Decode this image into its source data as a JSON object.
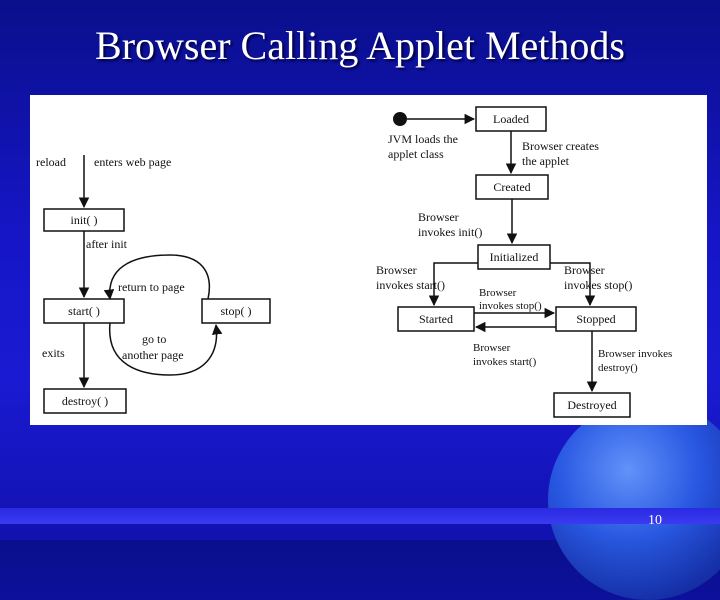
{
  "title": "Browser Calling Applet Methods",
  "page_number": "10",
  "left_diagram": {
    "labels": {
      "reload": "reload",
      "enters_web_page": "enters web page",
      "after_init": "after init",
      "return_to_page": "return to page",
      "go_to": "go to",
      "another_page": "another page",
      "exits": "exits"
    },
    "boxes": {
      "init": "init( )",
      "start": "start( )",
      "stop": "stop( )",
      "destroy": "destroy( )"
    }
  },
  "right_diagram": {
    "states": {
      "loaded": "Loaded",
      "created": "Created",
      "initialized": "Initialized",
      "started": "Started",
      "stopped": "Stopped",
      "destroyed": "Destroyed"
    },
    "transitions": {
      "jvm_loads_1": "JVM loads the",
      "jvm_loads_2": "applet class",
      "browser_creates_1": "Browser creates",
      "browser_creates_2": "the applet",
      "invokes_init_1": "Browser",
      "invokes_init_2": "invokes init()",
      "invokes_start_1": "Browser",
      "invokes_start_2": "invokes start()",
      "invokes_stop_1": "Browser",
      "invokes_stop_2": "invokes stop()",
      "mid_stop_1": "Browser",
      "mid_stop_2": "invokes stop()",
      "mid_start_1": "Browser",
      "mid_start_2": "invokes start()",
      "invokes_destroy_1": "Browser invokes",
      "invokes_destroy_2": "destroy()"
    }
  }
}
